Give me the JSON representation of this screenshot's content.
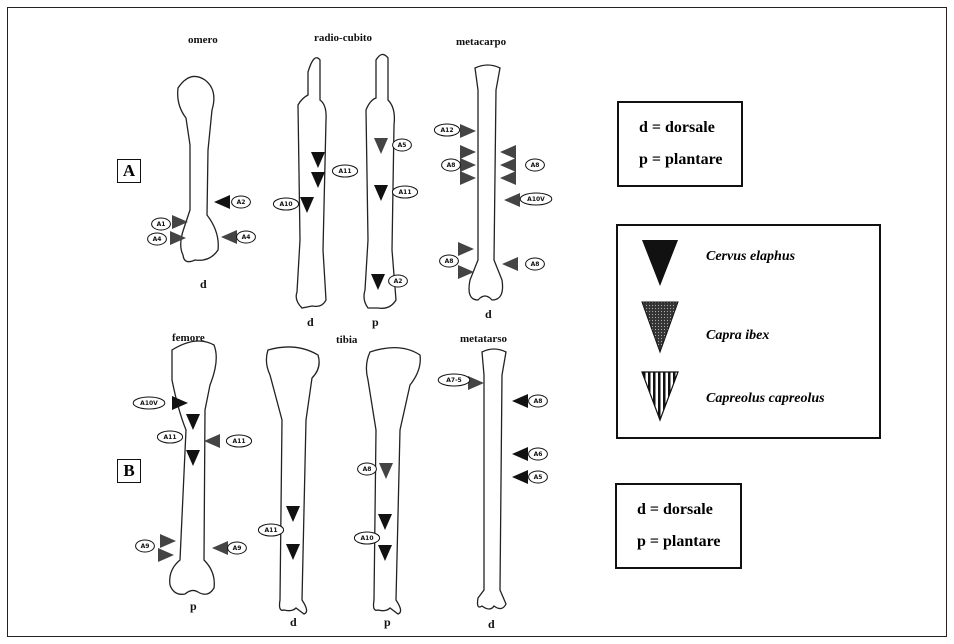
{
  "section_a": {
    "label": "A",
    "bones": {
      "omero": "omero",
      "radio_cubito": "radio-cubito",
      "metacarpo": "metacarpo"
    },
    "views": {
      "omero": "d",
      "rc_left": "d",
      "rc_right": "p",
      "metacarpo": "d"
    }
  },
  "section_b": {
    "label": "B",
    "bones": {
      "femore": "femore",
      "tibia": "tibia",
      "metatarso": "metatarso"
    },
    "views": {
      "femore": "p",
      "tibia_left": "d",
      "tibia_right": "p",
      "metatarso": "d"
    }
  },
  "legend_top": {
    "line1": "d = dorsale",
    "line2": "p = plantare"
  },
  "legend_bottom": {
    "line1": "d = dorsale",
    "line2": "p = plantare"
  },
  "species_legend": {
    "cervus": "Cervus elaphus",
    "capra": "Capra ibex",
    "capreolus": "Capreolus capreolus"
  },
  "markers": {
    "omero": [
      "A2",
      "A1",
      "A4",
      "A4"
    ],
    "rc_left": [
      "A11",
      "A10"
    ],
    "rc_right": [
      "A5",
      "A11",
      "A2"
    ],
    "metacarpo": [
      "A12",
      "A8",
      "A8",
      "A10V",
      "A8",
      "A8"
    ],
    "femore": [
      "A10V",
      "A11",
      "A11",
      "A9",
      "A9"
    ],
    "tibia_left": [
      "A11"
    ],
    "tibia_right": [
      "A8",
      "A10"
    ],
    "metatarso": [
      "A7-5",
      "A8",
      "A6",
      "A5"
    ]
  }
}
